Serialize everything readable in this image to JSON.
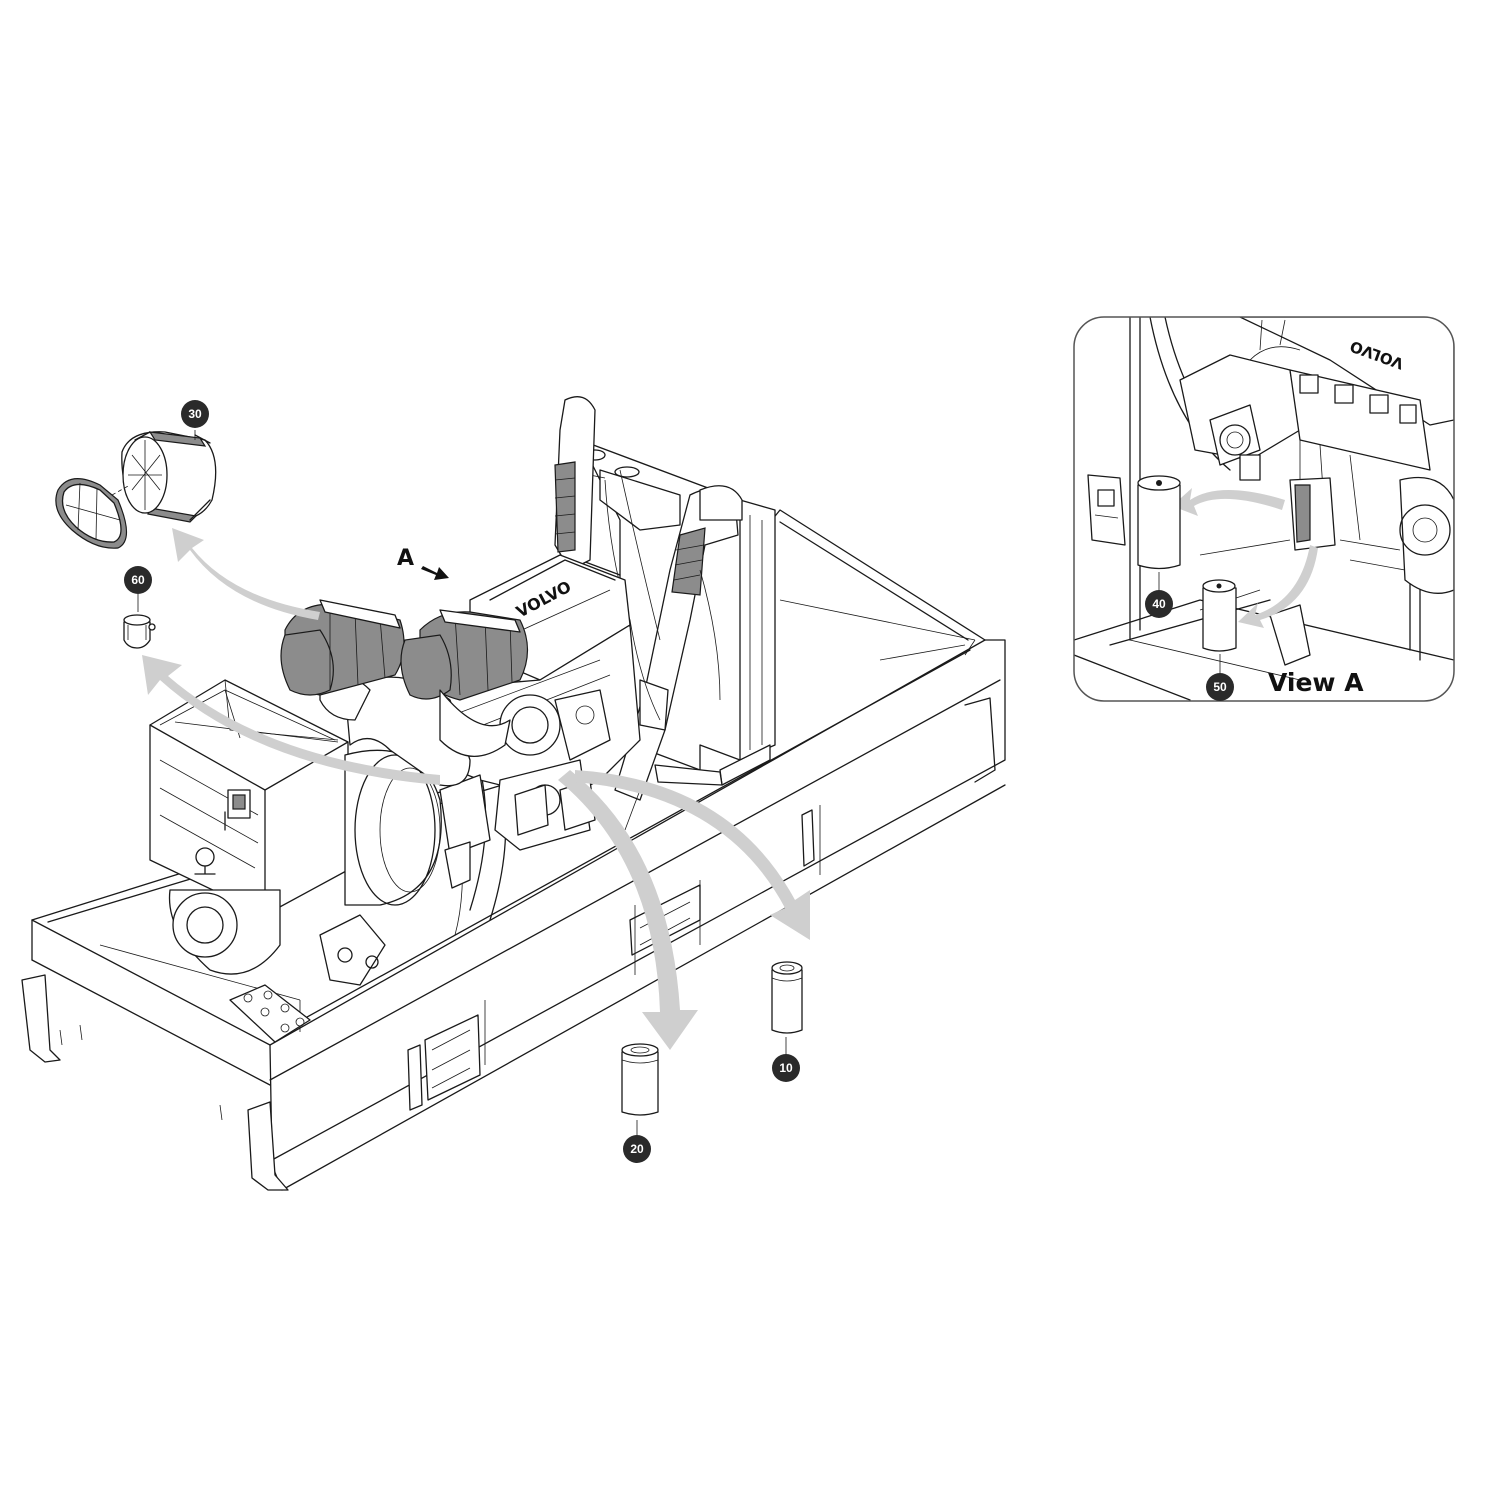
{
  "view_marker": "A",
  "inset": {
    "title": "View A",
    "brand": "VOLVO"
  },
  "callouts": {
    "c10": "10",
    "c20": "20",
    "c30": "30",
    "c40": "40",
    "c50": "50",
    "c60": "60"
  },
  "colors": {
    "arrow": "#cfcfcf",
    "line": "#1a1a1a",
    "badge": "#2a2a2a",
    "filter_dark": "#8c8c8c"
  }
}
